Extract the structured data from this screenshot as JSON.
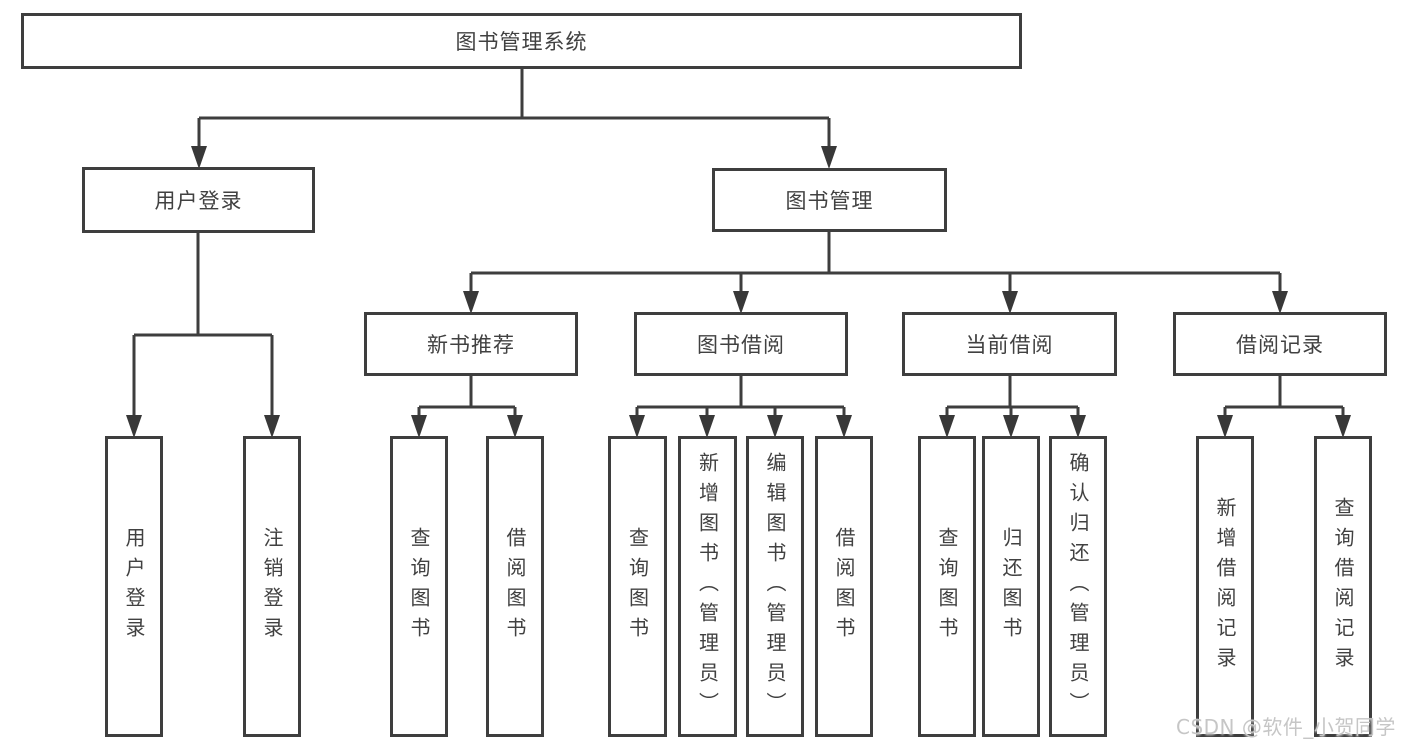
{
  "watermark": "CSDN @软件_小贺同学",
  "nodes": {
    "root": {
      "label": "图书管理系统"
    },
    "userLogin": {
      "label": "用户登录",
      "children": [
        "用户登录",
        "注销登录"
      ]
    },
    "bookMgmt": {
      "label": "图书管理"
    },
    "newBookRec": {
      "label": "新书推荐",
      "children": [
        "查询图书",
        "借阅图书"
      ]
    },
    "bookBorrow": {
      "label": "图书借阅",
      "children": [
        "查询图书",
        "新增图书（管理员）",
        "编辑图书（管理员）",
        "借阅图书"
      ]
    },
    "currentBorrow": {
      "label": "当前借阅",
      "children": [
        "查询图书",
        "归还图书",
        "确认归还（管理员）"
      ]
    },
    "borrowRecords": {
      "label": "借阅记录",
      "children": [
        "新增借阅记录",
        "查询借阅记录"
      ]
    }
  }
}
